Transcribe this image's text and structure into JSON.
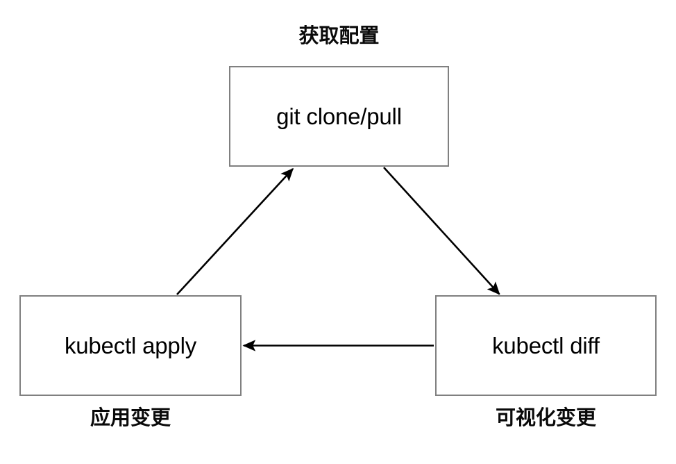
{
  "diagram": {
    "type": "cycle-flow",
    "background_color": "#ffffff",
    "box_border_color": "#808080",
    "arrow_color": "#000000",
    "text_color": "#000000",
    "nodes": [
      {
        "id": "fetch",
        "label": "git clone/pull",
        "caption": "获取配置",
        "caption_position": "above"
      },
      {
        "id": "apply",
        "label": "kubectl apply",
        "caption": "应用变更",
        "caption_position": "below"
      },
      {
        "id": "diff",
        "label": "kubectl diff",
        "caption": "可视化变更",
        "caption_position": "below"
      }
    ],
    "edges": [
      {
        "id": "fetch-to-diff",
        "from": "fetch",
        "to": "diff",
        "arrowhead": "solid-triangle"
      },
      {
        "id": "diff-to-apply",
        "from": "diff",
        "to": "apply",
        "arrowhead": "solid-triangle"
      },
      {
        "id": "apply-to-fetch",
        "from": "apply",
        "to": "fetch",
        "arrowhead": "solid-triangle"
      }
    ]
  }
}
